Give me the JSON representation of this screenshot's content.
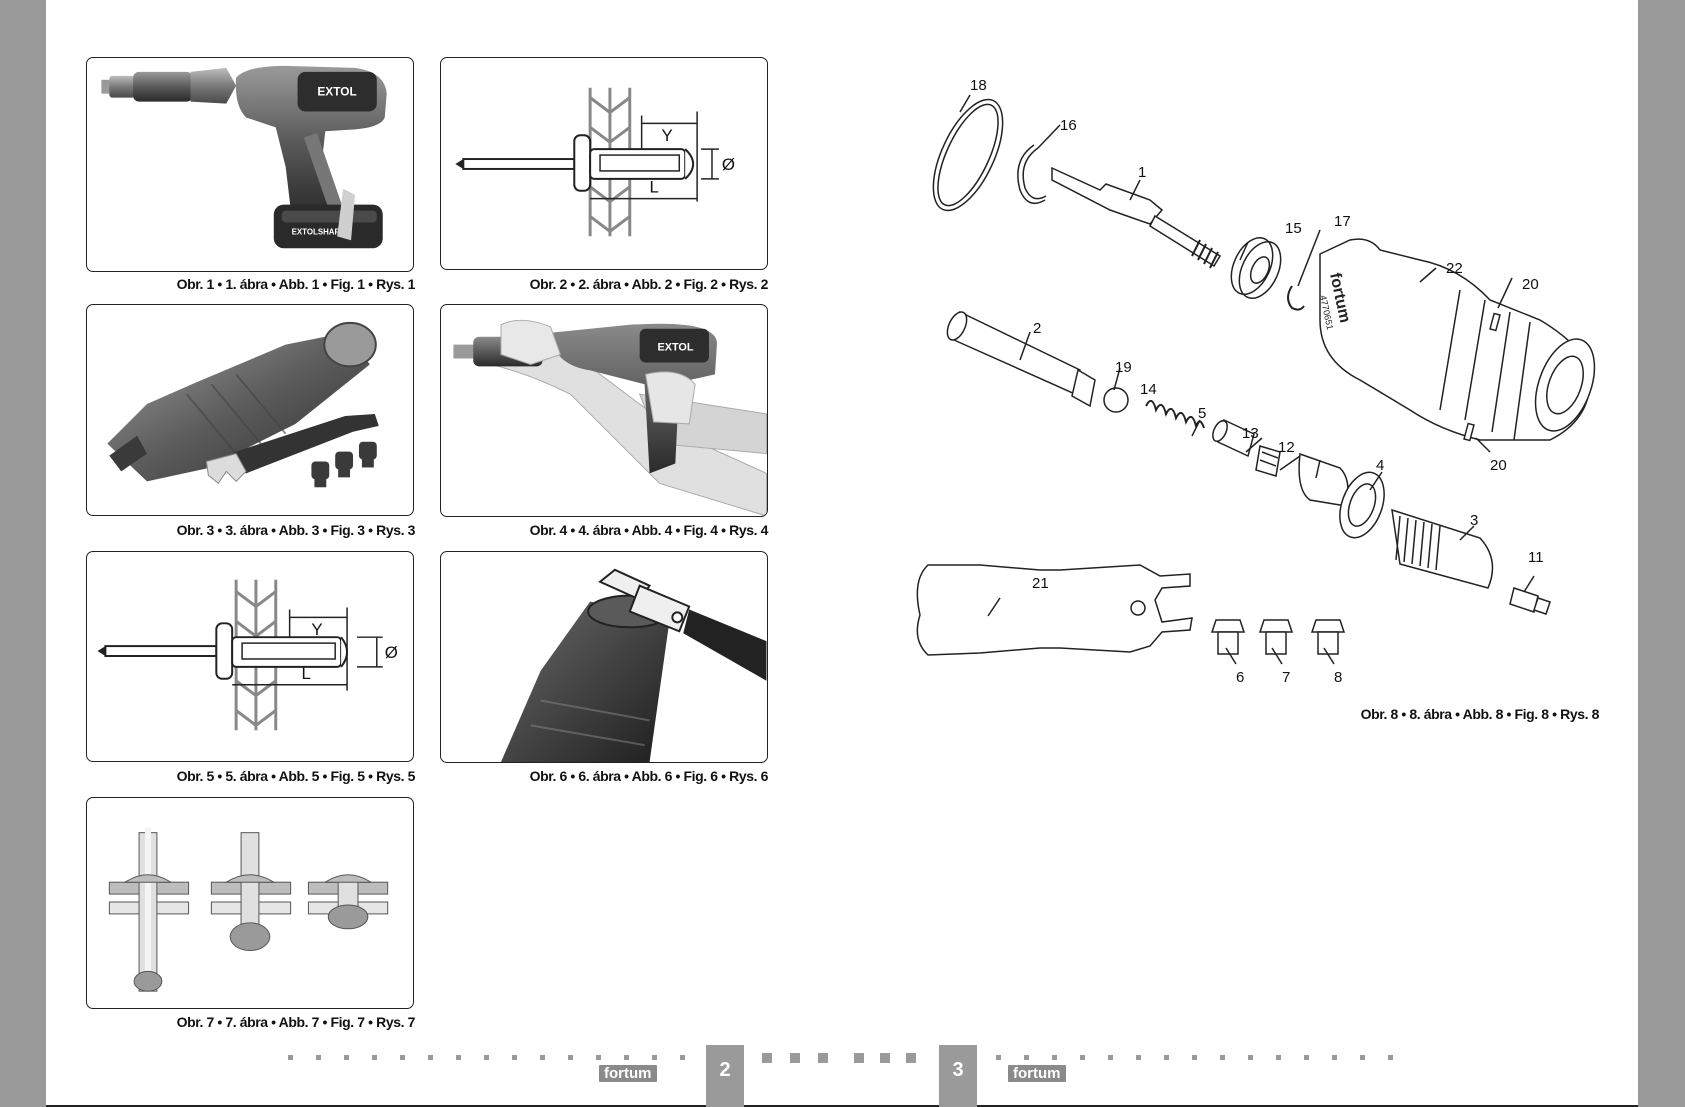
{
  "figures": [
    {
      "id": 1,
      "caption": "Obr. 1 • 1. ábra • Abb. 1 • Fig. 1 • Rys. 1",
      "drill_brand": "EXTOL",
      "battery_brand": "EXTOLSHARE"
    },
    {
      "id": 2,
      "caption": "Obr. 2 • 2. ábra • Abb. 2 • Fig. 2 • Rys. 2",
      "dim_y": "Y",
      "dim_l": "L",
      "dim_d": "Ø"
    },
    {
      "id": 3,
      "caption": "Obr. 3 • 3. ábra • Abb. 3 • Fig. 3 • Rys. 3"
    },
    {
      "id": 4,
      "caption": "Obr. 4 • 4. ábra • Abb. 4 • Fig. 4 • Rys. 4",
      "drill_brand": "EXTOL"
    },
    {
      "id": 5,
      "caption": "Obr. 5 • 5. ábra • Abb. 5 • Fig. 5 • Rys. 5",
      "dim_y": "Y",
      "dim_l": "L",
      "dim_d": "Ø"
    },
    {
      "id": 6,
      "caption": "Obr. 6 • 6. ábra • Abb. 6 • Fig. 6 • Rys. 6"
    },
    {
      "id": 7,
      "caption": "Obr. 7 • 7. ábra • Abb. 7 • Fig. 7 • Rys. 7"
    }
  ],
  "figure8": {
    "caption": "Obr. 8 • 8. ábra • Abb. 8 • Fig. 8 • Rys. 8",
    "brand_on_part": "fortum",
    "model_on_part": "4770651",
    "part_labels": {
      "p1": "1",
      "p2": "2",
      "p3": "3",
      "p4": "4",
      "p5": "5",
      "p6": "6",
      "p7": "7",
      "p8": "8",
      "p11": "11",
      "p12": "12",
      "p13": "13",
      "p14": "14",
      "p15": "15",
      "p16": "16",
      "p17": "17",
      "p18": "18",
      "p19": "19",
      "p20a": "20",
      "p20b": "20",
      "p21": "21",
      "p22": "22"
    }
  },
  "footer": {
    "left_page": "2",
    "right_page": "3",
    "brand": "fortum"
  },
  "colors": {
    "sidebar_gray": "#9a9a9a",
    "photo_dark": "#3a3a3a",
    "photo_mid": "#8c8c8c",
    "photo_light": "#d6d6d6"
  }
}
